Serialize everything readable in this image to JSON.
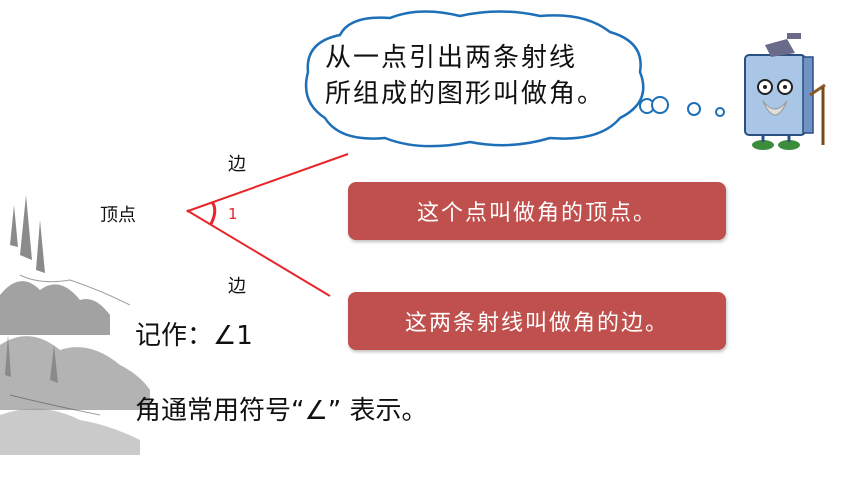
{
  "bubble": {
    "line1": "从一点引出两条射线",
    "line2": "所组成的图形叫做角。"
  },
  "diagram": {
    "vertex_label": "顶点",
    "side_top_label": "边",
    "side_bottom_label": "边",
    "angle_number": "1",
    "line_color": "#e8262a"
  },
  "callouts": {
    "vertex_desc": "这个点叫做角的顶点。",
    "sides_desc": "这两条射线叫做角的边。",
    "color": "#c0504d"
  },
  "notation": "记作：∠1",
  "symbol_note": "角通常用符号“∠” 表示。"
}
